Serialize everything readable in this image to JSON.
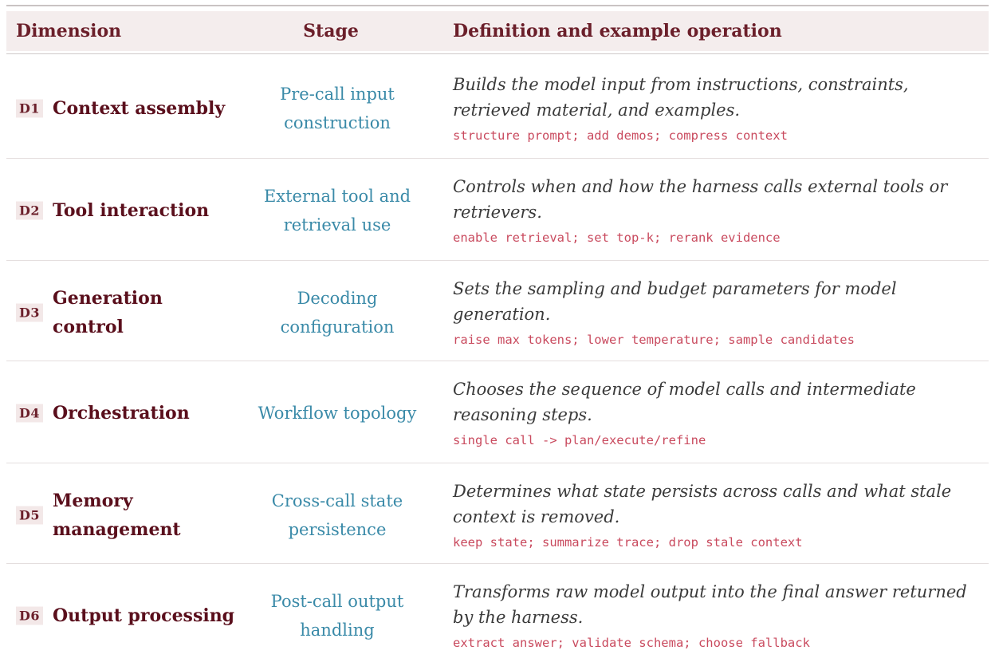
{
  "headers": {
    "dimension": "Dimension",
    "stage": "Stage",
    "definition": "Definition and example operation"
  },
  "rows": [
    {
      "id": "D1",
      "name": "Context assembly",
      "stage": "Pre-call input construction",
      "definition": "Builds the model input from instructions, constraints, retrieved material, and examples.",
      "example": "structure prompt; add demos; compress context"
    },
    {
      "id": "D2",
      "name": "Tool interaction",
      "stage": "External tool and retrieval use",
      "definition": "Controls when and how the harness calls external tools or retrievers.",
      "example": "enable retrieval; set top-k; rerank evidence"
    },
    {
      "id": "D3",
      "name": "Generation control",
      "stage": "Decoding configuration",
      "definition": "Sets the sampling and budget parameters for model generation.",
      "example": "raise max tokens; lower temperature; sample candidates"
    },
    {
      "id": "D4",
      "name": "Orchestration",
      "stage": "Workflow topology",
      "definition": "Chooses the sequence of model calls and intermediate reasoning steps.",
      "example": "single call -> plan/execute/refine"
    },
    {
      "id": "D5",
      "name": "Memory management",
      "stage": "Cross-call state persistence",
      "definition": "Determines what state persists across calls and what stale context is removed.",
      "example": "keep state; summarize trace; drop stale context"
    },
    {
      "id": "D6",
      "name": "Output processing",
      "stage": "Post-call output handling",
      "definition": "Transforms raw model output into the final answer returned by the harness.",
      "example": "extract answer; validate schema; choose fallback"
    }
  ]
}
